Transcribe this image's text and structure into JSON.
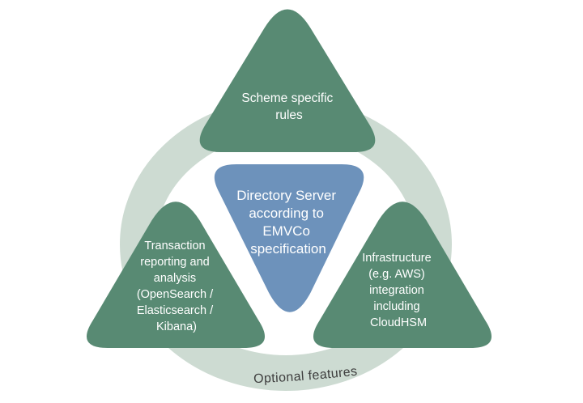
{
  "diagram": {
    "colors": {
      "node_green": "#588a73",
      "center_blue": "#6d92bb",
      "ring": "#cddbd2",
      "node_text": "#ffffff",
      "ring_text": "#3e3e3e"
    },
    "top_node": {
      "label": "Scheme specific rules",
      "lines": [
        "Scheme specific",
        "rules"
      ]
    },
    "center_node": {
      "label": "Directory Server according to EMVCo specification",
      "lines": [
        "Directory Server",
        "according to",
        "EMVCo",
        "specification"
      ]
    },
    "left_node": {
      "label": "Transaction reporting and analysis (OpenSearch / Elasticsearch / Kibana)",
      "lines": [
        "Transaction",
        "reporting and",
        "analysis",
        "(OpenSearch /",
        "Elasticsearch /",
        "Kibana)"
      ]
    },
    "right_node": {
      "label": "Infrastructure (e.g. AWS) integration including CloudHSM",
      "lines": [
        "Infrastructure",
        "(e.g. AWS)",
        "integration",
        "including",
        "CloudHSM"
      ]
    },
    "ring": {
      "label": "Optional features"
    }
  }
}
